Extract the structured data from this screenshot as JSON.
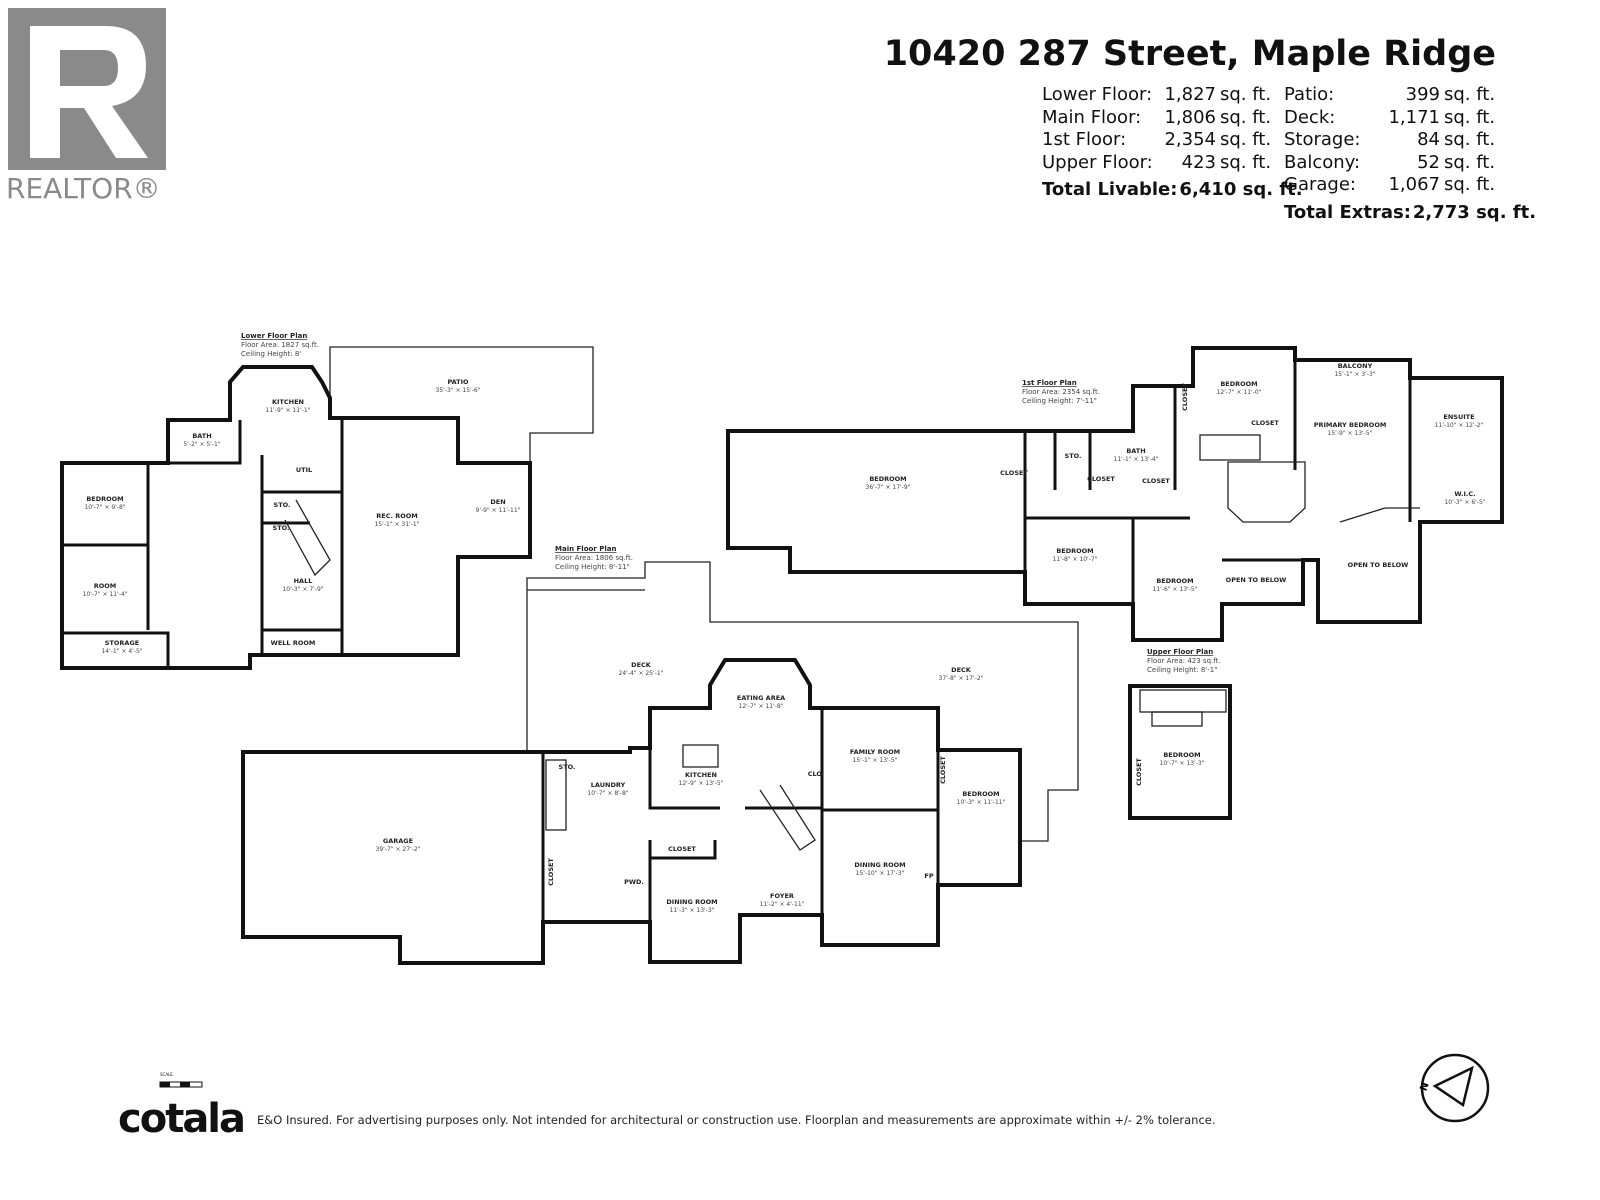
{
  "logo": {
    "text": "REALTOR®",
    "icon": "realtor-r-logo"
  },
  "header": {
    "address": "10420 287 Street, Maple Ridge"
  },
  "livable": {
    "rows": [
      {
        "label": "Lower Floor:",
        "value": "1,827",
        "unit": "sq. ft."
      },
      {
        "label": "Main Floor:",
        "value": "1,806",
        "unit": "sq. ft."
      },
      {
        "label": "1st Floor:",
        "value": "2,354",
        "unit": "sq. ft."
      },
      {
        "label": "Upper Floor:",
        "value": "423",
        "unit": "sq. ft."
      }
    ],
    "total_label": "Total Livable:",
    "total_value": "6,410 sq. ft."
  },
  "extras": {
    "rows": [
      {
        "label": "Patio:",
        "value": "399",
        "unit": "sq. ft."
      },
      {
        "label": "Deck:",
        "value": "1,171",
        "unit": "sq. ft."
      },
      {
        "label": "Storage:",
        "value": "84",
        "unit": "sq. ft."
      },
      {
        "label": "Balcony:",
        "value": "52",
        "unit": "sq. ft."
      },
      {
        "label": "Garage:",
        "value": "1,067",
        "unit": "sq. ft."
      }
    ],
    "total_label": "Total Extras:",
    "total_value": "2,773 sq. ft."
  },
  "floors": [
    {
      "title": "Lower Floor Plan",
      "floor_area": "Floor Area: 1827 sq.ft.",
      "ceiling_height": "Ceiling Height: 8'",
      "rooms": [
        {
          "name": "BEDROOM",
          "dims": "10'-7\" × 9'-8\""
        },
        {
          "name": "ROOM",
          "dims": "10'-7\" × 11'-4\""
        },
        {
          "name": "STORAGE",
          "dims": "14'-1\" × 4'-5\""
        },
        {
          "name": "BATH",
          "dims": "5'-2\" × 5'-1\""
        },
        {
          "name": "KITCHEN",
          "dims": "11'-9\" × 11'-1\""
        },
        {
          "name": "UTIL",
          "dims": ""
        },
        {
          "name": "STO.",
          "dims": ""
        },
        {
          "name": "STO.",
          "dims": ""
        },
        {
          "name": "HALL",
          "dims": "10'-3\" × 7'-9\""
        },
        {
          "name": "WELL ROOM",
          "dims": ""
        },
        {
          "name": "REC. ROOM",
          "dims": "15'-1\" × 31'-1\""
        },
        {
          "name": "DEN",
          "dims": "9'-9\" × 11'-11\""
        },
        {
          "name": "PATIO",
          "dims": "35'-3\" × 15'-6\""
        }
      ]
    },
    {
      "title": "Main Floor Plan",
      "floor_area": "Floor Area: 1806 sq.ft.",
      "ceiling_height": "Ceiling Height: 8'-11\"",
      "rooms": [
        {
          "name": "DECK",
          "dims": "24'-4\" × 25'-1\""
        },
        {
          "name": "DECK",
          "dims": "37'-8\" × 17'-2\""
        },
        {
          "name": "EATING AREA",
          "dims": "12'-7\" × 11'-8\""
        },
        {
          "name": "FAMILY ROOM",
          "dims": "15'-1\" × 13'-5\""
        },
        {
          "name": "KITCHEN",
          "dims": "12'-9\" × 13'-5\""
        },
        {
          "name": "LAUNDRY",
          "dims": "10'-7\" × 8'-8\""
        },
        {
          "name": "STO.",
          "dims": ""
        },
        {
          "name": "GARAGE",
          "dims": "39'-7\" × 27'-2\""
        },
        {
          "name": "BEDROOM",
          "dims": "10'-3\" × 11'-11\""
        },
        {
          "name": "CLOSET",
          "dims": ""
        },
        {
          "name": "PWD.",
          "dims": ""
        },
        {
          "name": "DINING ROOM",
          "dims": "11'-3\" × 13'-3\""
        },
        {
          "name": "FOYER",
          "dims": "11'-2\" × 4'-11\""
        },
        {
          "name": "DINING ROOM",
          "dims": "15'-10\" × 17'-3\""
        },
        {
          "name": "FP",
          "dims": ""
        },
        {
          "name": "CLO.",
          "dims": ""
        },
        {
          "name": "CLOSET",
          "dims": ""
        },
        {
          "name": "CLOSET",
          "dims": ""
        }
      ]
    },
    {
      "title": "1st Floor Plan",
      "floor_area": "Floor Area: 2354 sq.ft.",
      "ceiling_height": "Ceiling Height: 7'-11\"",
      "rooms": [
        {
          "name": "BEDROOM",
          "dims": "36'-7\" × 17'-9\""
        },
        {
          "name": "STO.",
          "dims": ""
        },
        {
          "name": "BATH",
          "dims": "11'-1\" × 13'-4\""
        },
        {
          "name": "BEDROOM",
          "dims": "12'-7\" × 11'-0\""
        },
        {
          "name": "BALCONY",
          "dims": "15'-1\" × 3'-3\""
        },
        {
          "name": "PRIMARY BEDROOM",
          "dims": "15'-9\" × 13'-5\""
        },
        {
          "name": "ENSUITE",
          "dims": "11'-10\" × 12'-2\""
        },
        {
          "name": "W.I.C.",
          "dims": "10'-3\" × 6'-5\""
        },
        {
          "name": "BEDROOM",
          "dims": "11'-8\" × 10'-7\""
        },
        {
          "name": "BEDROOM",
          "dims": "11'-6\" × 13'-5\""
        },
        {
          "name": "OPEN TO BELOW",
          "dims": ""
        },
        {
          "name": "OPEN TO BELOW",
          "dims": ""
        },
        {
          "name": "CLOSET",
          "dims": ""
        },
        {
          "name": "CLOSET",
          "dims": ""
        },
        {
          "name": "CLOSET",
          "dims": ""
        },
        {
          "name": "CLOSET",
          "dims": ""
        },
        {
          "name": "CLOSET",
          "dims": ""
        }
      ]
    },
    {
      "title": "Upper Floor Plan",
      "floor_area": "Floor Area: 423 sq.ft.",
      "ceiling_height": "Ceiling Height: 8'-1\"",
      "rooms": [
        {
          "name": "BEDROOM",
          "dims": "10'-7\" × 13'-3\""
        },
        {
          "name": "CLOSET",
          "dims": ""
        }
      ]
    }
  ],
  "footer": {
    "brand": "cotala",
    "scale_label": "SCALE",
    "disclaimer": "E&O Insured. For advertising purposes only. Not intended for architectural or construction use. Floorplan and measurements are approximate within +/- 2% tolerance.",
    "compass_label": "N",
    "compass_icon": "north-arrow-icon"
  }
}
